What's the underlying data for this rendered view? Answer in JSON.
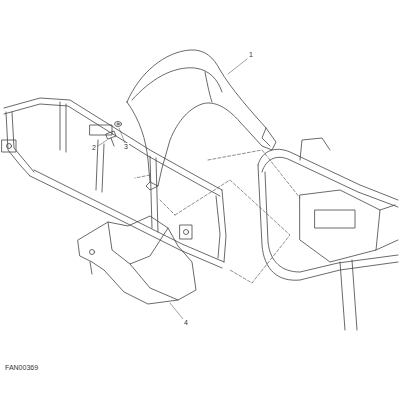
{
  "diagram": {
    "labels": [
      "1",
      "2",
      "3",
      "4",
      "FAN00369"
    ]
  }
}
